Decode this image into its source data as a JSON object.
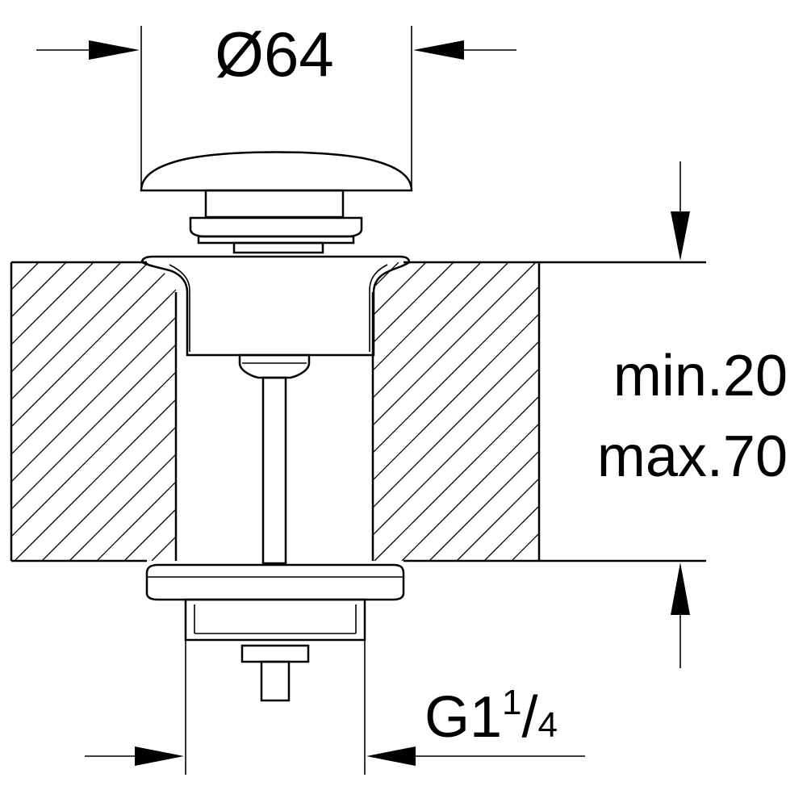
{
  "dimensions": {
    "diameter": {
      "symbol": "Ø",
      "value": "64"
    },
    "thickness": {
      "min": "min.20",
      "max": "max.70"
    },
    "thread": {
      "prefix": "G1",
      "superscript": "1",
      "slash": "/",
      "subscript": "4"
    }
  },
  "colors": {
    "line": "#000000",
    "background": "#ffffff"
  }
}
